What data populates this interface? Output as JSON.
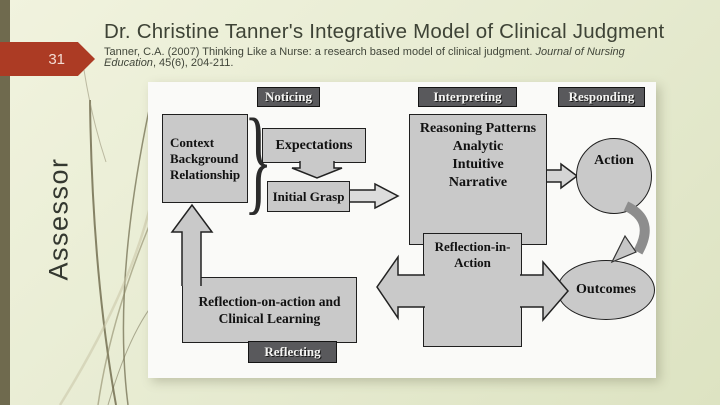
{
  "slide": {
    "number": "31",
    "title": "Dr. Christine Tanner's Integrative Model of Clinical Judgment",
    "citation": {
      "line1_regular": "Tanner, C.A. (2007) Thinking Like a Nurse: a research based model of clinical judgment. ",
      "line1_italic": "Journal of Nursing",
      "line2_italic": "Education",
      "line2_regular": ", 45(6), 204-211."
    },
    "side_label": "Assessor"
  },
  "diagram": {
    "headers": {
      "noticing": "Noticing",
      "interpreting": "Interpreting",
      "responding": "Responding",
      "reflecting": "Reflecting"
    },
    "context": {
      "line1": "Context",
      "line2": "Background",
      "line3": "Relationship"
    },
    "brace": "}",
    "expectations": "Expectations",
    "initial_grasp": "Initial Grasp",
    "reasoning": {
      "line1": "Reasoning Patterns",
      "line2": "Analytic",
      "line3": "Intuitive",
      "line4": "Narrative"
    },
    "action": "Action",
    "reflection_in_action": {
      "line1": "Reflection-in-",
      "line2": "Action"
    },
    "outcomes": "Outcomes",
    "reflection_on_action": {
      "line1": "Reflection-on-action and",
      "line2": "Clinical Learning"
    }
  },
  "colors": {
    "background": "#e8ecd3",
    "left_bar": "#6f6a4e",
    "badge_red": "#ac3b24",
    "title_text": "#3e4336",
    "panel_white": "#fafaf8",
    "box_fill": "#c9c9c9",
    "header_fill": "#59595c",
    "border": "#1f1f1f"
  }
}
